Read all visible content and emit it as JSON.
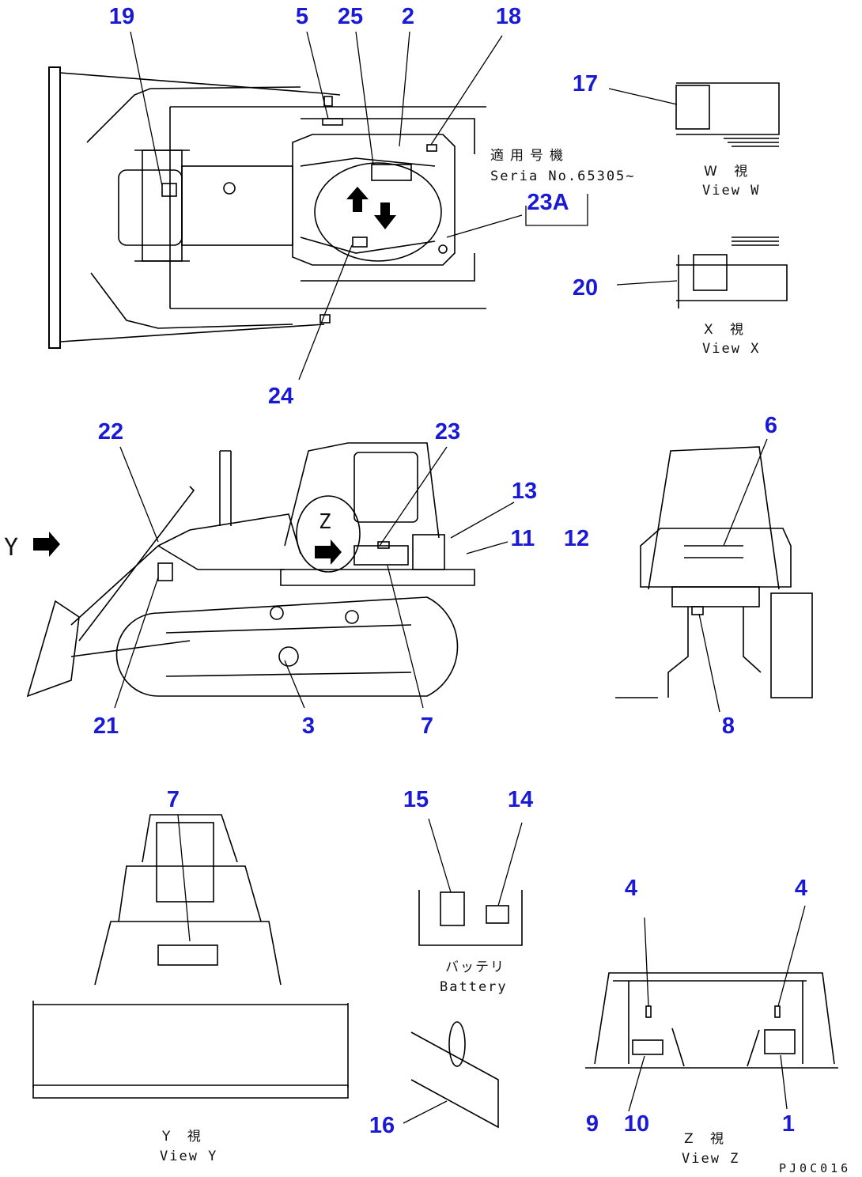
{
  "drawing_code": "PJ0C016",
  "serial_note": {
    "jp": "適用号機",
    "en": "Seria  No.65305~"
  },
  "views": {
    "w": {
      "jp": "W 視",
      "en": "View W"
    },
    "x": {
      "jp": "X 視",
      "en": "View X"
    },
    "y": {
      "jp": "Y 視",
      "en": "View Y"
    },
    "z": {
      "jp": "Z 視",
      "en": "View Z"
    },
    "battery": {
      "jp": "バッテリ",
      "en": "Battery"
    }
  },
  "view_letters": {
    "y_arrow": "Y",
    "z_arrow": "Z"
  },
  "callouts": {
    "c19": "19",
    "c5": "5",
    "c25": "25",
    "c2": "2",
    "c18": "18",
    "c17": "17",
    "c23a": "23A",
    "c20": "20",
    "c24": "24",
    "c22": "22",
    "c23": "23",
    "c13": "13",
    "c11": "11",
    "c12": "12",
    "c21": "21",
    "c3": "3",
    "c7a": "7",
    "c6": "6",
    "c8": "8",
    "c7b": "7",
    "c15": "15",
    "c14": "14",
    "c4a": "4",
    "c4b": "4",
    "c16": "16",
    "c9": "9",
    "c10": "10",
    "c1": "1"
  }
}
